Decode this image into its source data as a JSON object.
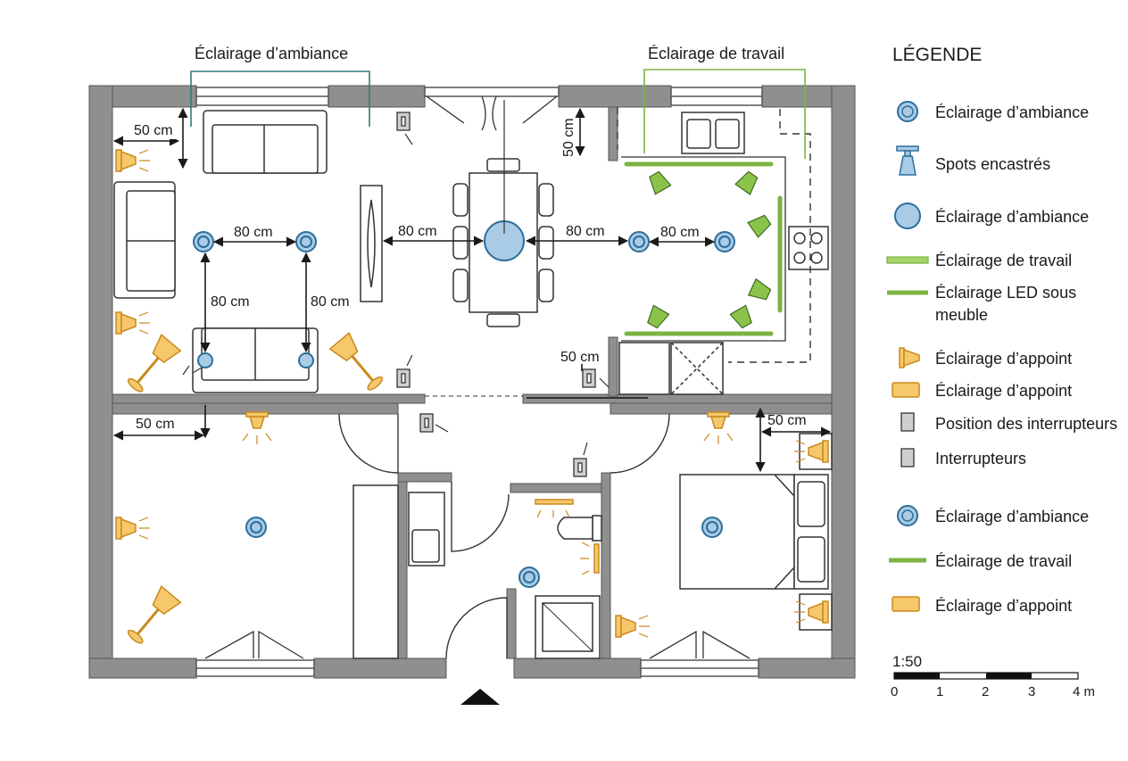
{
  "titles": {
    "ambiance_top": "Éclairage d’ambiance",
    "travail_top": "Éclairage de travail"
  },
  "measurements": {
    "m50_lr_left": "50 cm",
    "m50_kitchen": "50 cm",
    "m50_lower_left": "50 cm",
    "m50_entry": "50 cm",
    "m50_bedroom": "50 cm",
    "m80_lr_h": "80 cm",
    "m80_lr_v1": "80 cm",
    "m80_lr_v2": "80 cm",
    "m80_table_l": "80 cm",
    "m80_table_r": "80 cm",
    "m80_kitchen": "80 cm"
  },
  "legend": {
    "title": "LÉGENDE",
    "items": [
      "Éclairage d’ambiance",
      "Spots encastrés",
      "Éclairage d’ambiance",
      "Éclairage de travail",
      "Éclairage LED sous",
      "meuble",
      "Éclairage d’appoint",
      "Éclairage d’appoint",
      "Position des interrupteurs",
      "Interrupteurs",
      "Éclairage d’ambiance",
      "Éclairage de travail",
      "Éclairage d’appoint"
    ]
  },
  "scale": {
    "ratio": "1:50",
    "ticks": [
      "0",
      "1",
      "2",
      "3",
      "4 m"
    ]
  },
  "colors": {
    "wall": "#8f8f8f",
    "ambiance_fill": "#a9cbe6",
    "ambiance_stroke": "#2c6e9a",
    "work_green": "#7cb342",
    "appoint_fill": "#f6c76b",
    "appoint_stroke": "#c98a1e",
    "switch_fill": "#cfcfcf"
  }
}
